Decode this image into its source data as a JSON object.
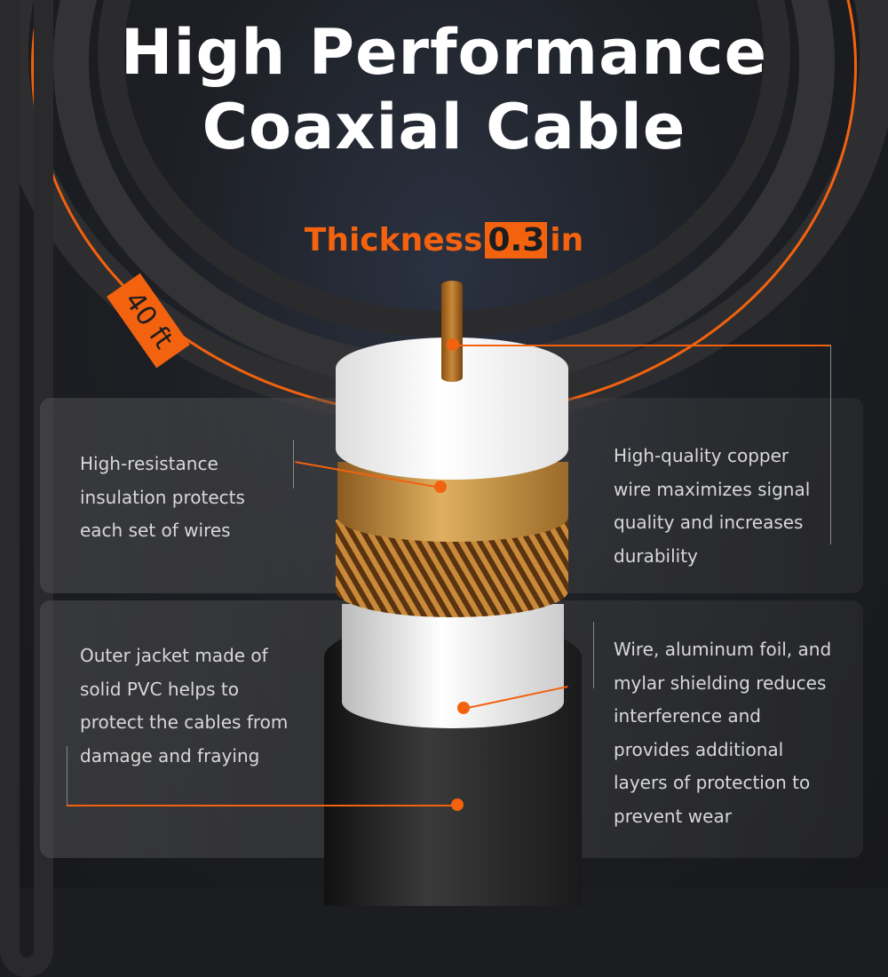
{
  "title": {
    "line1": "High Performance",
    "line2": "Coaxial Cable"
  },
  "thickness": {
    "label": "Thickness",
    "value": "0.3",
    "unit": "in"
  },
  "length_badge": "40 ft",
  "features": {
    "insulation": "High-resistance\ninsulation protects\neach set of wires",
    "copper": "High-quality copper\nwire maximizes signal\nquality and increases\ndurability",
    "jacket": "Outer jacket made of\nsolid PVC helps to\nprotect the cables from\ndamage and fraying",
    "shielding": "Wire, aluminum foil, and\nmylar shielding reduces\ninterference and\nprovides additional\nlayers of protection to\nprevent wear"
  },
  "colors": {
    "accent": "#f2620f",
    "background": "#1c1d20"
  }
}
